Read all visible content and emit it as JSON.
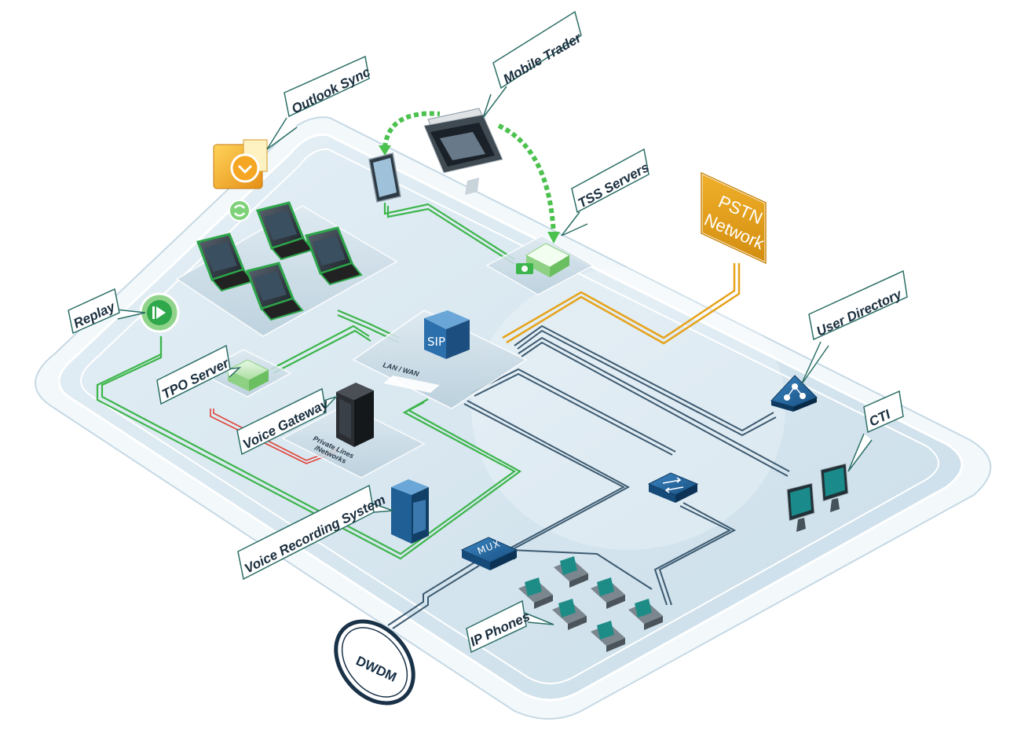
{
  "labels": {
    "mobile_trader": "Mobile Trader",
    "outlook_sync": "Outlook Sync",
    "tss_servers": "TSS Servers",
    "pstn_line1": "PSTN",
    "pstn_line2": "Network",
    "replay": "Replay",
    "user_directory": "User Directory",
    "tpo_server": "TPO Server",
    "voice_gateway": "Voice Gateway",
    "cti": "CTI",
    "voice_recording_system": "Voice Recording System",
    "ip_phones": "IP Phones",
    "dwdm": "DWDM",
    "sip": "SIP",
    "lan_wan": "LAN / WAN",
    "mux": "MUX",
    "private_lines_1": "Private Lines",
    "private_lines_2": "/Networks"
  },
  "colors": {
    "green_link": "#3cb54a",
    "orange_link": "#e6a21a",
    "blue_link": "#3d5a70",
    "red_link": "#e0443a",
    "platform": "#cfe2ec",
    "device_blue": "#1f5f95",
    "callout_border": "#2c6e66"
  },
  "icons": {
    "outlook": "outlook-icon",
    "replay": "replay-icon",
    "directory": "user-directory-icon",
    "switch": "switch-icon",
    "sip": "sip-icon"
  }
}
